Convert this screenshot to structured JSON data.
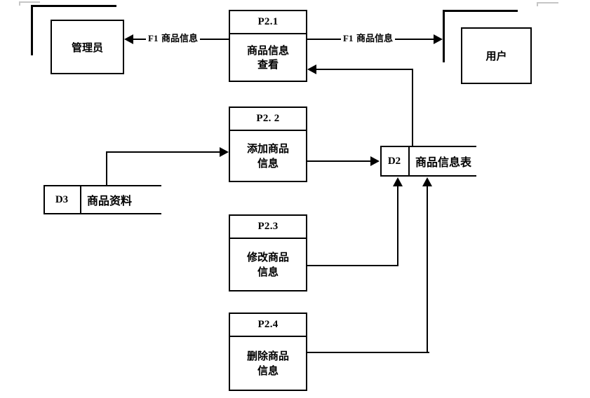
{
  "diagram": {
    "type": "data-flow-diagram",
    "title": "",
    "colors": {
      "stroke": "#000000",
      "background": "#ffffff",
      "ghost_mark": "#c6c6c6"
    },
    "external_entities": [
      {
        "id": "admin",
        "label": "管理员"
      },
      {
        "id": "user",
        "label": "用户"
      }
    ],
    "processes": [
      {
        "id": "P2.1",
        "pid_label": "P2.1",
        "body_label": "商品信息\n查看"
      },
      {
        "id": "P2.2",
        "pid_label": "P2. 2",
        "body_label": "添加商品\n信息"
      },
      {
        "id": "P2.3",
        "pid_label": "P2.3",
        "body_label": "修改商品\n信息"
      },
      {
        "id": "P2.4",
        "pid_label": "P2.4",
        "body_label": "删除商品\n信息"
      }
    ],
    "data_stores": [
      {
        "id": "D2",
        "id_label": "D2",
        "name_label": "商品信息表"
      },
      {
        "id": "D3",
        "id_label": "D3",
        "name_label": "商品资料"
      }
    ],
    "flows": [
      {
        "id": "f1-admin",
        "id_label": "F1",
        "name_label": "商品信息",
        "from": "P2.1",
        "to": "管理员"
      },
      {
        "id": "f1-user",
        "id_label": "F1",
        "name_label": "商品信息",
        "from": "P2.1",
        "to": "用户"
      },
      {
        "id": "d2-to-p21",
        "id_label": "",
        "name_label": "",
        "from": "D2",
        "to": "P2.1"
      },
      {
        "id": "d3-to-p22",
        "id_label": "",
        "name_label": "",
        "from": "D3",
        "to": "P2.2"
      },
      {
        "id": "p22-to-d2",
        "id_label": "",
        "name_label": "",
        "from": "P2.2",
        "to": "D2"
      },
      {
        "id": "p23-to-d2",
        "id_label": "",
        "name_label": "",
        "from": "P2.3",
        "to": "D2"
      },
      {
        "id": "p24-to-d2",
        "id_label": "",
        "name_label": "",
        "from": "P2.4",
        "to": "D2"
      }
    ]
  }
}
